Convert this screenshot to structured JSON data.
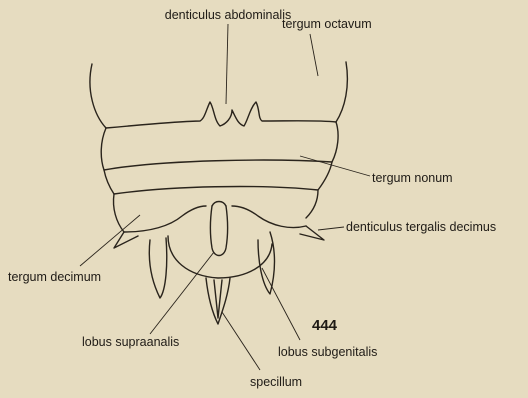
{
  "figure": {
    "number": "444",
    "labels": {
      "denticulus_abdominalis": "denticulus abdominalis",
      "tergum_octavum": "tergum octavum",
      "tergum_nonum": "tergum nonum",
      "denticulus_tergalis_decimus": "denticulus tergalis decimus",
      "tergum_decimum": "tergum decimum",
      "lobus_supraanalis": "lobus supraanalis",
      "lobus_subgenitalis": "lobus subgenitalis",
      "specillum": "specillum"
    }
  }
}
